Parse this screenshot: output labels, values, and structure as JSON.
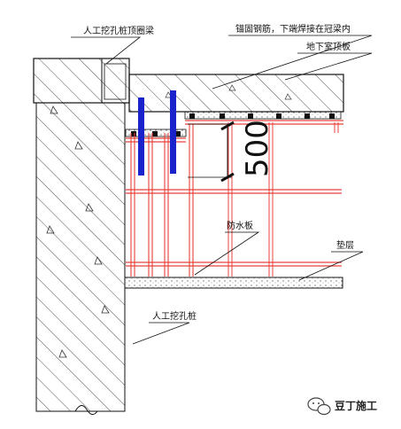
{
  "labels": {
    "pile_top_ring": "人工挖孔桩顶圈梁",
    "rebar_anchor": "锚固钢筋，下端焊接在冠梁内",
    "basement_roof": "地下室顶板",
    "waterproof_board": "防水板",
    "cushion": "垫层",
    "dig_pile": "人工挖孔桩"
  },
  "dimension": {
    "value": "500"
  },
  "watermark": {
    "text": "豆丁施工"
  },
  "colors": {
    "rebar": "#e8403a",
    "anchor": "#1a22cc",
    "line": "#111111"
  }
}
